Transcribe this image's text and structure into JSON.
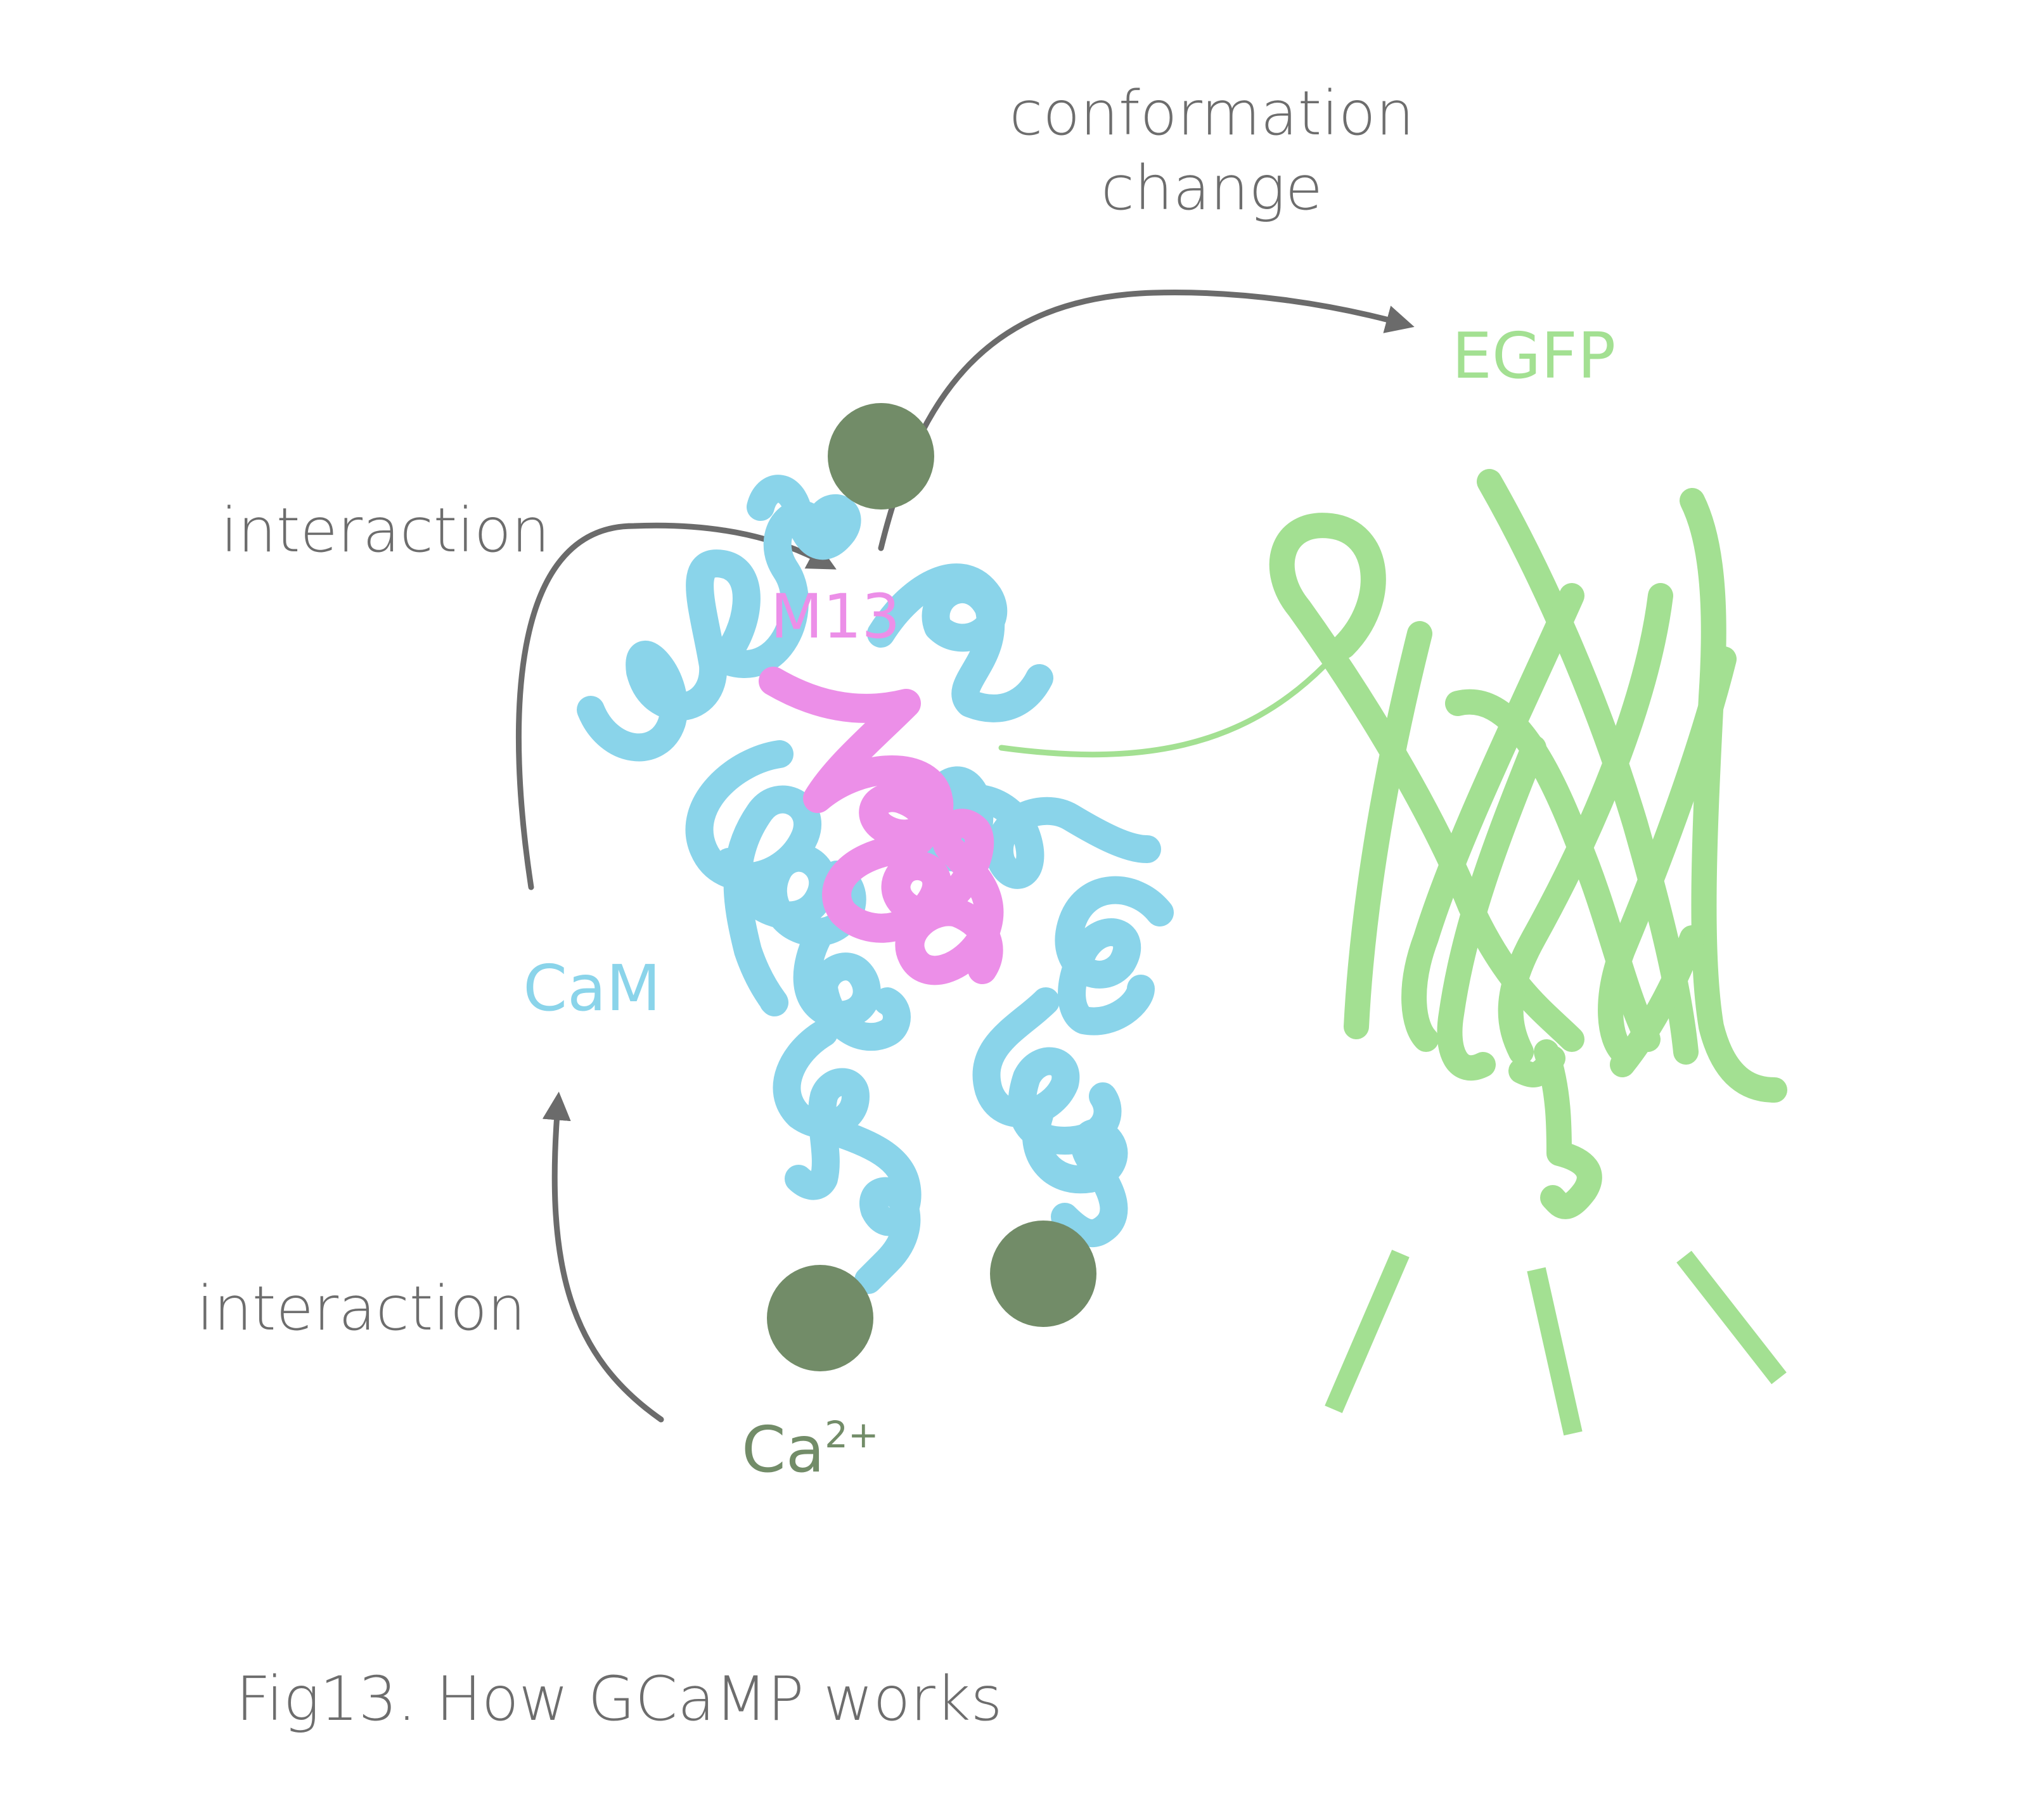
{
  "labels": {
    "conformation_line1": "conformation",
    "conformation_line2": "change",
    "egfp": "EGFP",
    "interaction_top": "interaction",
    "m13": "M13",
    "cam": "CaM",
    "interaction_bottom": "interaction",
    "ca_base": "Ca",
    "ca_charge": "2+",
    "caption": "Fig13. How GCaMP works"
  },
  "colors": {
    "text_gray": "#6d6d6d",
    "arrow_gray": "#6b6b6b",
    "cam_blue": "#8ad4ea",
    "m13_pink": "#ec8fe8",
    "egfp_green": "#a3e092",
    "calcium_green": "#728c68"
  }
}
